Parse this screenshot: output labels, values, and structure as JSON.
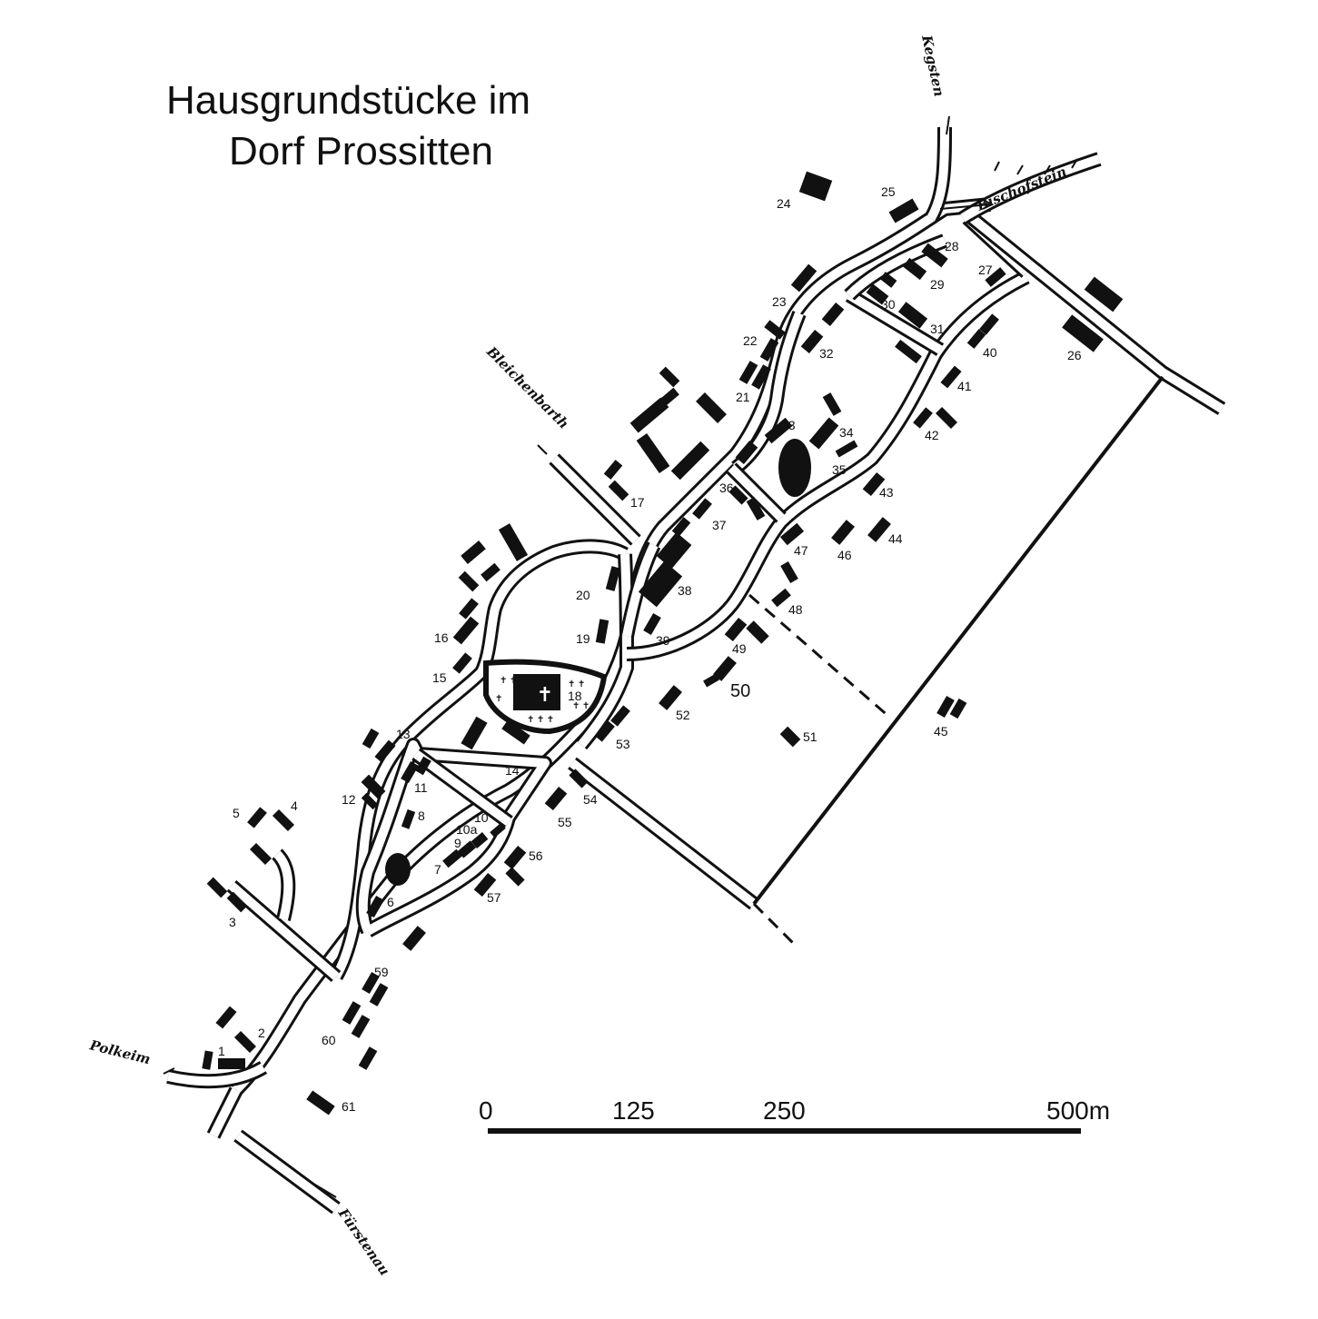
{
  "title": {
    "line1": "Hausgrundstücke im",
    "line2": "Dorf Prossitten"
  },
  "roads": {
    "bischofstein": "Bischofstein",
    "kegsten": "Kegsten",
    "bleichenbarth": "Bleichenbarth",
    "polkeim": "Polkeim",
    "fuerstenau": "Fürstenau"
  },
  "scale": {
    "labels": [
      "0",
      "125",
      "250",
      "500m"
    ]
  },
  "plots": {
    "p1": "1",
    "p2": "2",
    "p3": "3",
    "p4": "4",
    "p5": "5",
    "p6": "6",
    "p7": "7",
    "p8": "8",
    "p9": "9",
    "p10": "10",
    "p10a": "10a",
    "p11": "11",
    "p12": "12",
    "p13": "13",
    "p14": "14",
    "p15": "15",
    "p16": "16",
    "p17": "17",
    "p18": "18",
    "p19": "19",
    "p20": "20",
    "p21": "21",
    "p22": "22",
    "p23": "23",
    "p24": "24",
    "p25": "25",
    "p26": "26",
    "p27": "27",
    "p28": "28",
    "p29": "29",
    "p30": "30",
    "p31": "31",
    "p32": "32",
    "p33": "33",
    "p34": "34",
    "p35": "35",
    "p36": "36",
    "p37": "37",
    "p38": "38",
    "p39": "39",
    "p40": "40",
    "p41": "41",
    "p42": "42",
    "p43": "43",
    "p44": "44",
    "p45": "45",
    "p46": "46",
    "p47": "47",
    "p48": "48",
    "p49": "49",
    "p50": "50",
    "p51": "51",
    "p52": "52",
    "p53": "53",
    "p54": "54",
    "p55": "55",
    "p56": "56",
    "p57": "57",
    "p59": "59",
    "p60": "60",
    "p61": "61"
  }
}
